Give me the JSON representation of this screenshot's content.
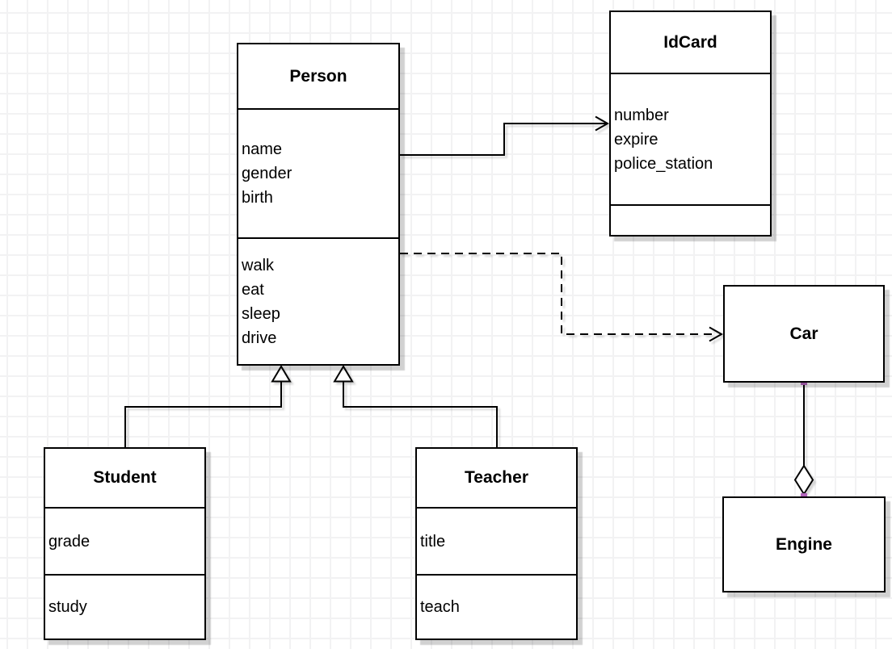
{
  "canvas": {
    "background": "#ffffff",
    "grid_color": "#f2f2f3",
    "stroke_color": "#000000"
  },
  "colors": {
    "handle": "#b265bb"
  },
  "classes": {
    "person": {
      "title": "Person",
      "attributes": [
        "name",
        "gender",
        "birth"
      ],
      "methods": [
        "walk",
        "eat",
        "sleep",
        "drive"
      ]
    },
    "idcard": {
      "title": "IdCard",
      "attributes": [
        "number",
        "expire",
        "police_station"
      ],
      "methods": []
    },
    "car": {
      "title": "Car"
    },
    "engine": {
      "title": "Engine"
    },
    "student": {
      "title": "Student",
      "attributes": [
        "grade"
      ],
      "methods": [
        "study"
      ]
    },
    "teacher": {
      "title": "Teacher",
      "attributes": [
        "title"
      ],
      "methods": [
        "teach"
      ]
    }
  },
  "relationships": [
    {
      "from": "Person",
      "to": "IdCard",
      "type": "association",
      "line": "solid",
      "arrowhead": "open"
    },
    {
      "from": "Person",
      "to": "Car",
      "type": "dependency",
      "line": "dashed",
      "arrowhead": "open"
    },
    {
      "from": "Student",
      "to": "Person",
      "type": "generalization",
      "line": "solid",
      "arrowhead": "hollow-triangle"
    },
    {
      "from": "Teacher",
      "to": "Person",
      "type": "generalization",
      "line": "solid",
      "arrowhead": "hollow-triangle"
    },
    {
      "from": "Car",
      "to": "Engine",
      "type": "aggregation",
      "line": "solid",
      "arrowhead": "hollow-diamond"
    }
  ]
}
